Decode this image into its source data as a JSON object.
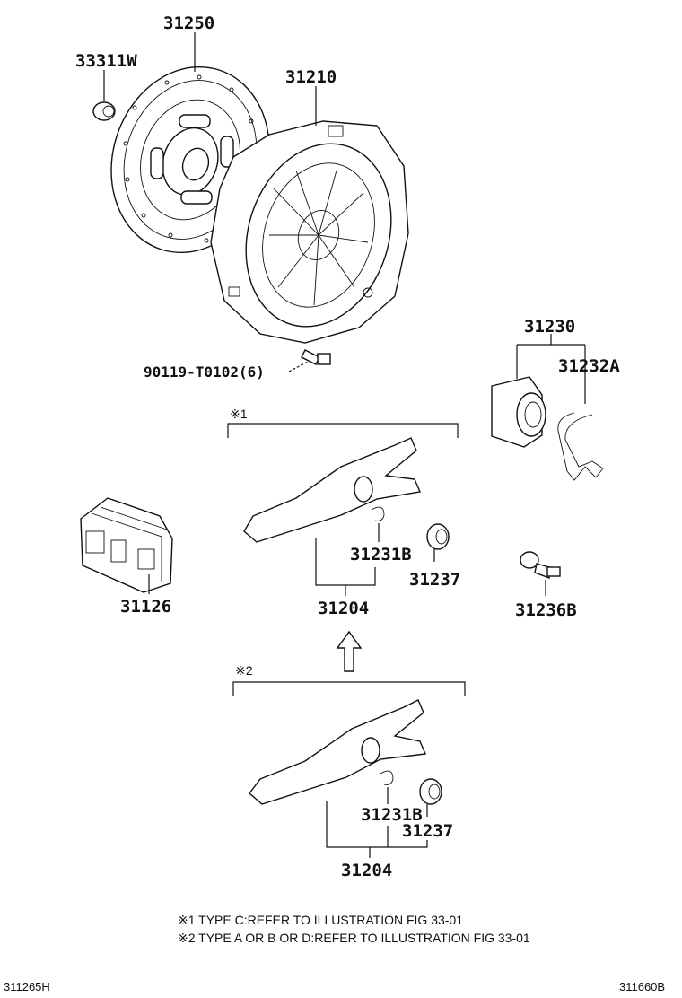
{
  "parts": {
    "clutch_disc": "31250",
    "pilot_bearing": "33311W",
    "clutch_cover": "31210",
    "cover_bolt": "90119-T0102(6)",
    "release_bearing": "31230",
    "bearing_clip": "31232A",
    "boot": "31126",
    "fork_a": "31204",
    "fork_a_clip": "31231B",
    "fork_a_seat": "31237",
    "pivot": "31236B",
    "fork_b": "31204",
    "fork_b_clip": "31231B",
    "fork_b_seat": "31237"
  },
  "groups": {
    "group1_mark": "※1",
    "group2_mark": "※2"
  },
  "notes": {
    "note1": "※1  TYPE C:REFER TO ILLUSTRATION FIG 33-01",
    "note2": "※2  TYPE A OR B OR D:REFER TO ILLUSTRATION FIG 33-01"
  },
  "codes": {
    "left": "311265H",
    "right": "311660B"
  }
}
